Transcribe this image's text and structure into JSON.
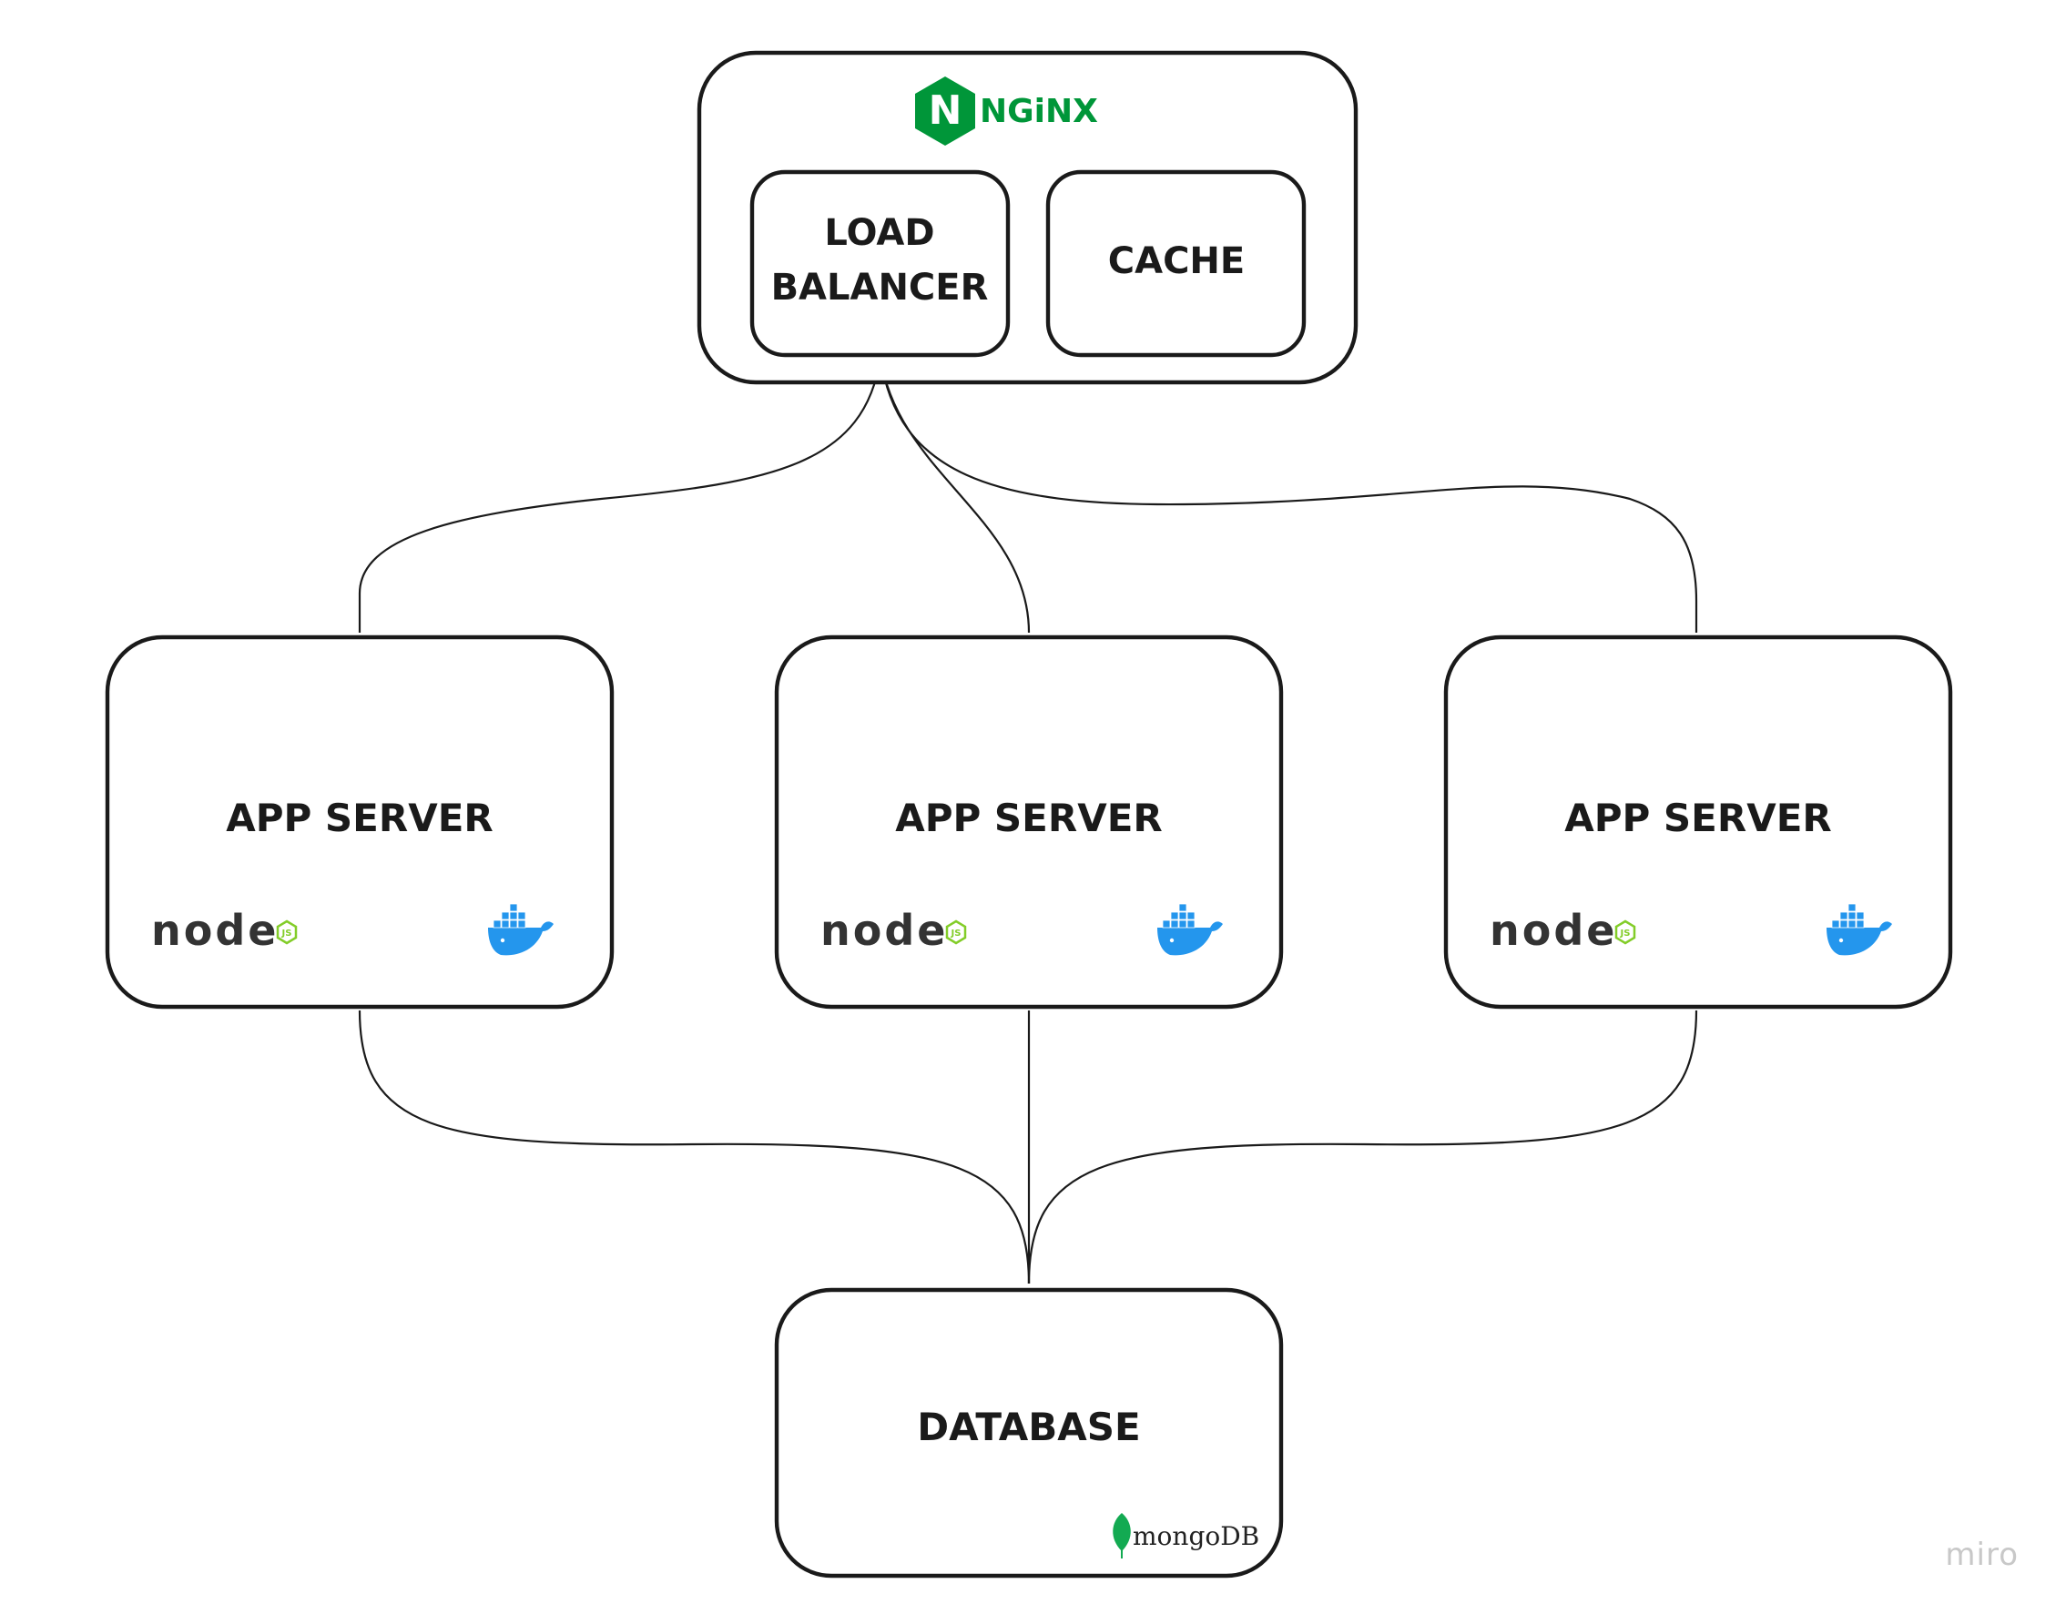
{
  "diagram": {
    "nginx_logo_text": "NGiNX",
    "load_balancer": {
      "line1": "LOAD",
      "line2": "BALANCER"
    },
    "cache": "CACHE",
    "app_servers": [
      {
        "label": "APP SERVER",
        "runtime_logo": "node",
        "runtime_badge": "JS",
        "container_icon": "docker-whale-icon"
      },
      {
        "label": "APP SERVER",
        "runtime_logo": "node",
        "runtime_badge": "JS",
        "container_icon": "docker-whale-icon"
      },
      {
        "label": "APP SERVER",
        "runtime_logo": "node",
        "runtime_badge": "JS",
        "container_icon": "docker-whale-icon"
      }
    ],
    "database": {
      "label": "DATABASE",
      "logo_text": "mongoDB"
    }
  },
  "watermark": "miro",
  "colors": {
    "nginx_green": "#009639",
    "node_green": "#83CD29",
    "node_dark": "#333333",
    "docker_blue": "#2496ED",
    "mongo_green": "#13AA52",
    "stroke": "#1a1a1a",
    "watermark": "#c8c8c8"
  }
}
